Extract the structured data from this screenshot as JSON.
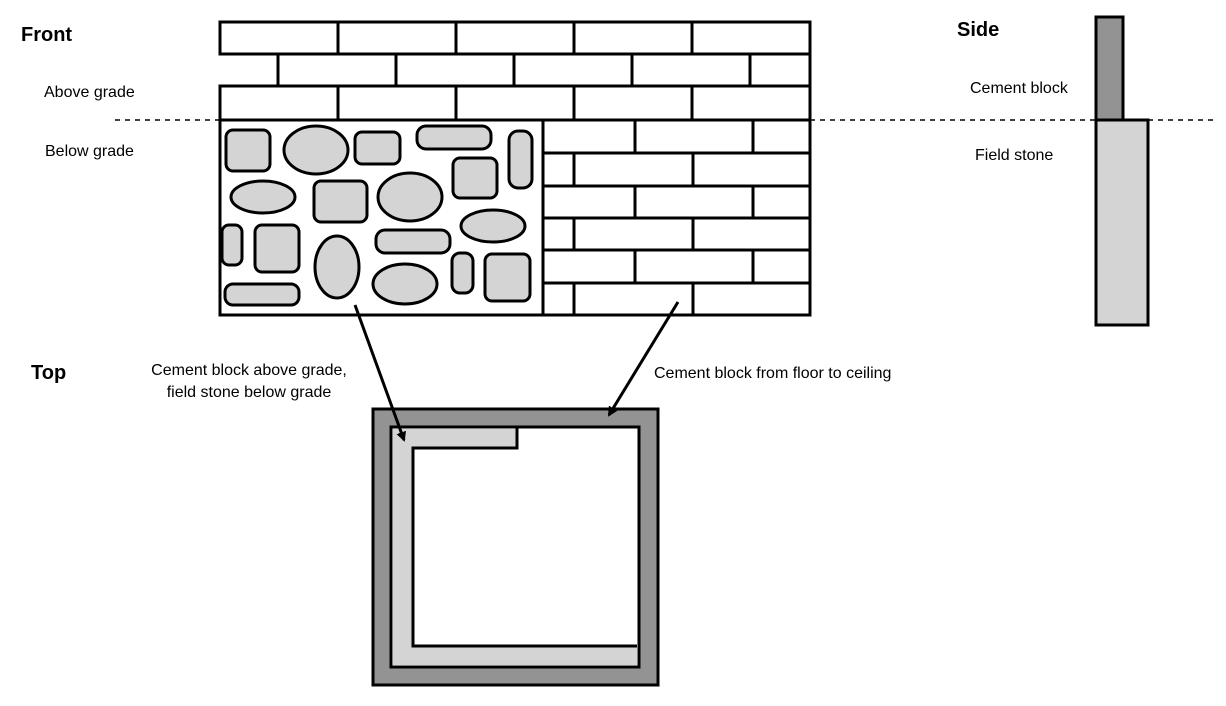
{
  "views": {
    "front": {
      "title": "Front",
      "above_grade_label": "Above grade",
      "below_grade_label": "Below grade"
    },
    "side": {
      "title": "Side",
      "upper_label": "Cement block",
      "lower_label": "Field stone"
    },
    "top": {
      "title": "Top",
      "callout_left_line1": "Cement block above grade,",
      "callout_left_line2": "field stone below grade",
      "callout_right": "Cement block from floor to ceiling"
    }
  },
  "colors": {
    "stroke": "#000000",
    "cement_block_fill": "#939393",
    "field_stone_fill": "#d4d4d4",
    "background": "#ffffff"
  }
}
